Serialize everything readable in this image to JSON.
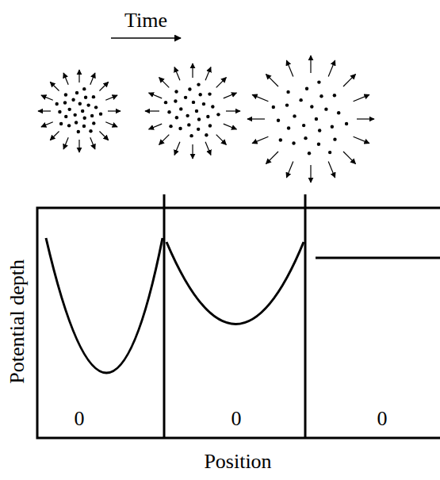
{
  "diagram": {
    "labels": [
      "Time",
      "Potential depth",
      "0",
      "0",
      "0",
      "Position"
    ]
  }
}
